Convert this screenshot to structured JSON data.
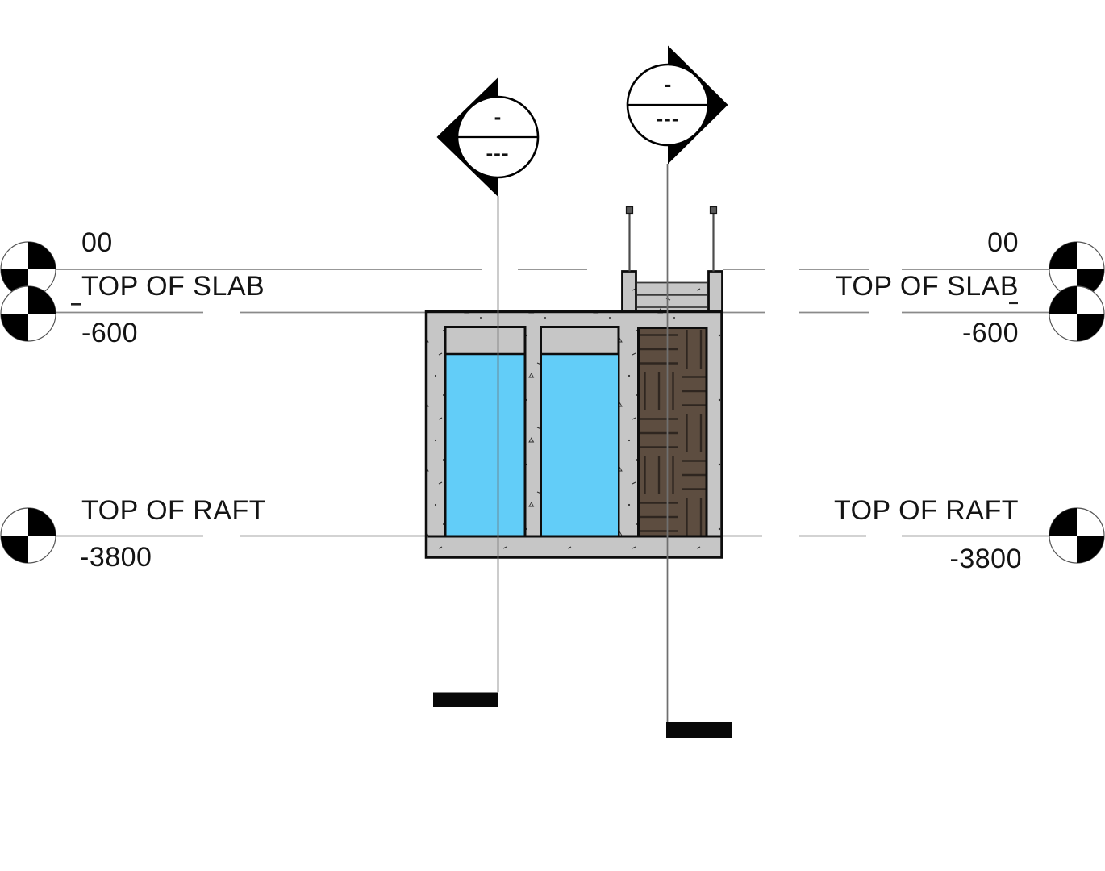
{
  "levels": {
    "datum": {
      "name": "00"
    },
    "top_of_slab": {
      "name": "TOP OF SLAB",
      "elevation": "-600"
    },
    "top_of_raft": {
      "name": "TOP OF RAFT",
      "elevation": "-3800"
    }
  },
  "section_markers": {
    "left": {
      "top_label": "-",
      "bottom_label": "---"
    },
    "right": {
      "top_label": "-",
      "bottom_label": "---"
    }
  },
  "colors": {
    "water": "#62cdf8",
    "concrete": "#c6c6c6",
    "hatch_fill": "#5d4d40",
    "hatch_line": "#2f2620",
    "outline": "#0d0d0d",
    "annotation": "#8a8a8a",
    "text": "#141414"
  }
}
